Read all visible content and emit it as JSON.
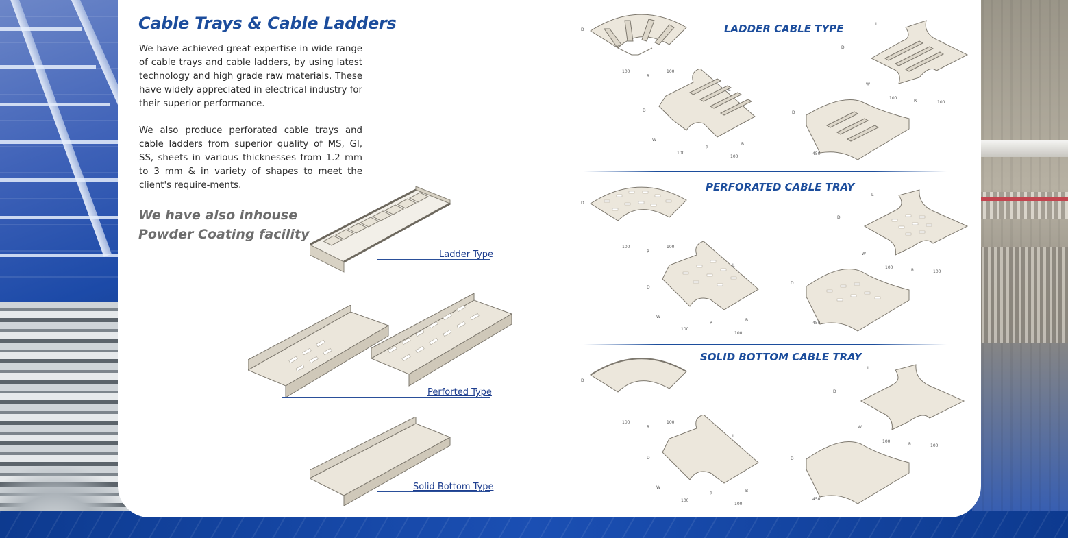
{
  "heading": "Cable Trays & Cable Ladders",
  "paragraph1": "We have achieved great expertise in wide range of cable trays and cable ladders, by using latest technology and high grade raw materials. These have widely appreciated in electrical industry for their superior performance.",
  "paragraph2": "We also produce perforated cable trays and cable ladders from superior quality of MS, GI, SS, sheets in various thicknesses from 1.2 mm to 3 mm & in variety of shapes to meet the client's require-ments.",
  "inhouse": {
    "line1": "We have also inhouse",
    "line2": "Powder Coating facility"
  },
  "products": {
    "ladder": "Ladder Type",
    "perforated": "Perforted Type",
    "solid": "Solid Bottom Type"
  },
  "sections": {
    "ladder": "LADDER CABLE TYPE",
    "perforated": "PERFORATED CABLE TRAY",
    "solid": "SOLID BOTTOM CABLE TRAY"
  },
  "dims": {
    "d": "D",
    "l": "L",
    "w": "W",
    "r": "R",
    "b": "B",
    "v100": "100",
    "v450": "450"
  },
  "colors": {
    "heading": "#1c4d9c",
    "tray_fill": "#ebe6db",
    "tray_edge": "#7d786e",
    "background_blue": "#0d3a8f"
  }
}
